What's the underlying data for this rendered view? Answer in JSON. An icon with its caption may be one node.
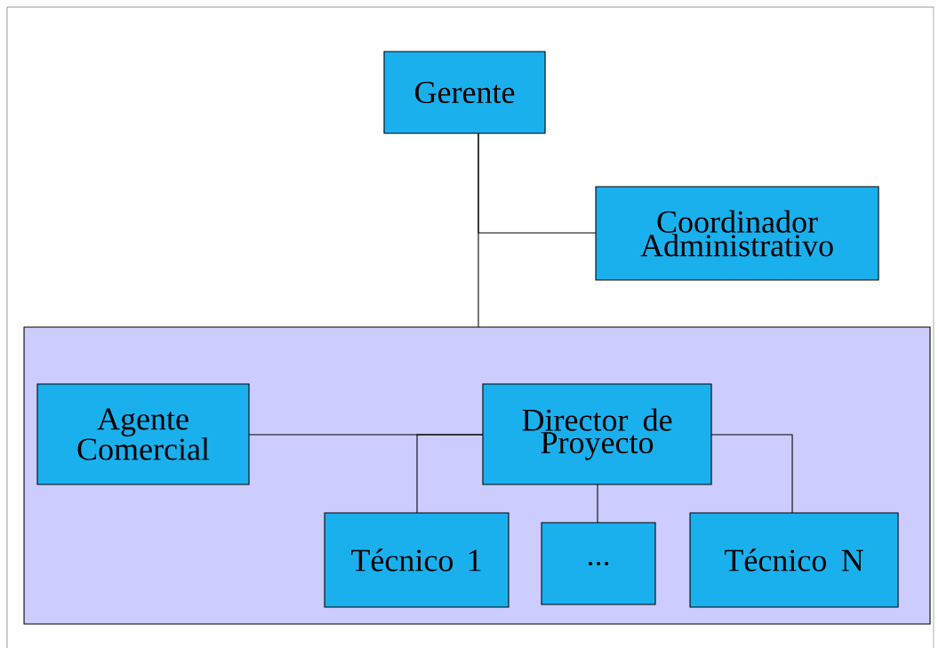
{
  "diagram": {
    "nodes": [
      {
        "text": [
          "Gerente"
        ]
      },
      {
        "text": [
          "Coordinador Administrativo"
        ]
      },
      {
        "text": [],
        "shape": "box"
      },
      {
        "text": [
          "Agente Comercial"
        ],
        "in": 2
      },
      {
        "text": [
          "Director de Proyecto"
        ],
        "in": 2
      },
      {
        "text": [
          "Técnico 1"
        ],
        "in": 2
      },
      {
        "text": [
          "..."
        ],
        "in": 2
      },
      {
        "text": [
          "Técnico N"
        ],
        "in": 2
      }
    ],
    "edges": [
      {
        "from": 0,
        "to": 1,
        "arrow": "none"
      },
      {
        "from": 0,
        "to": 2,
        "arrow": "none"
      },
      {
        "from": 4,
        "to": 3,
        "arrow": "none"
      },
      {
        "from": 4,
        "to": 5,
        "arrow": "none"
      },
      {
        "from": 4,
        "to": 6,
        "arrow": "none"
      },
      {
        "from": 4,
        "to": 7,
        "arrow": "none"
      }
    ]
  }
}
